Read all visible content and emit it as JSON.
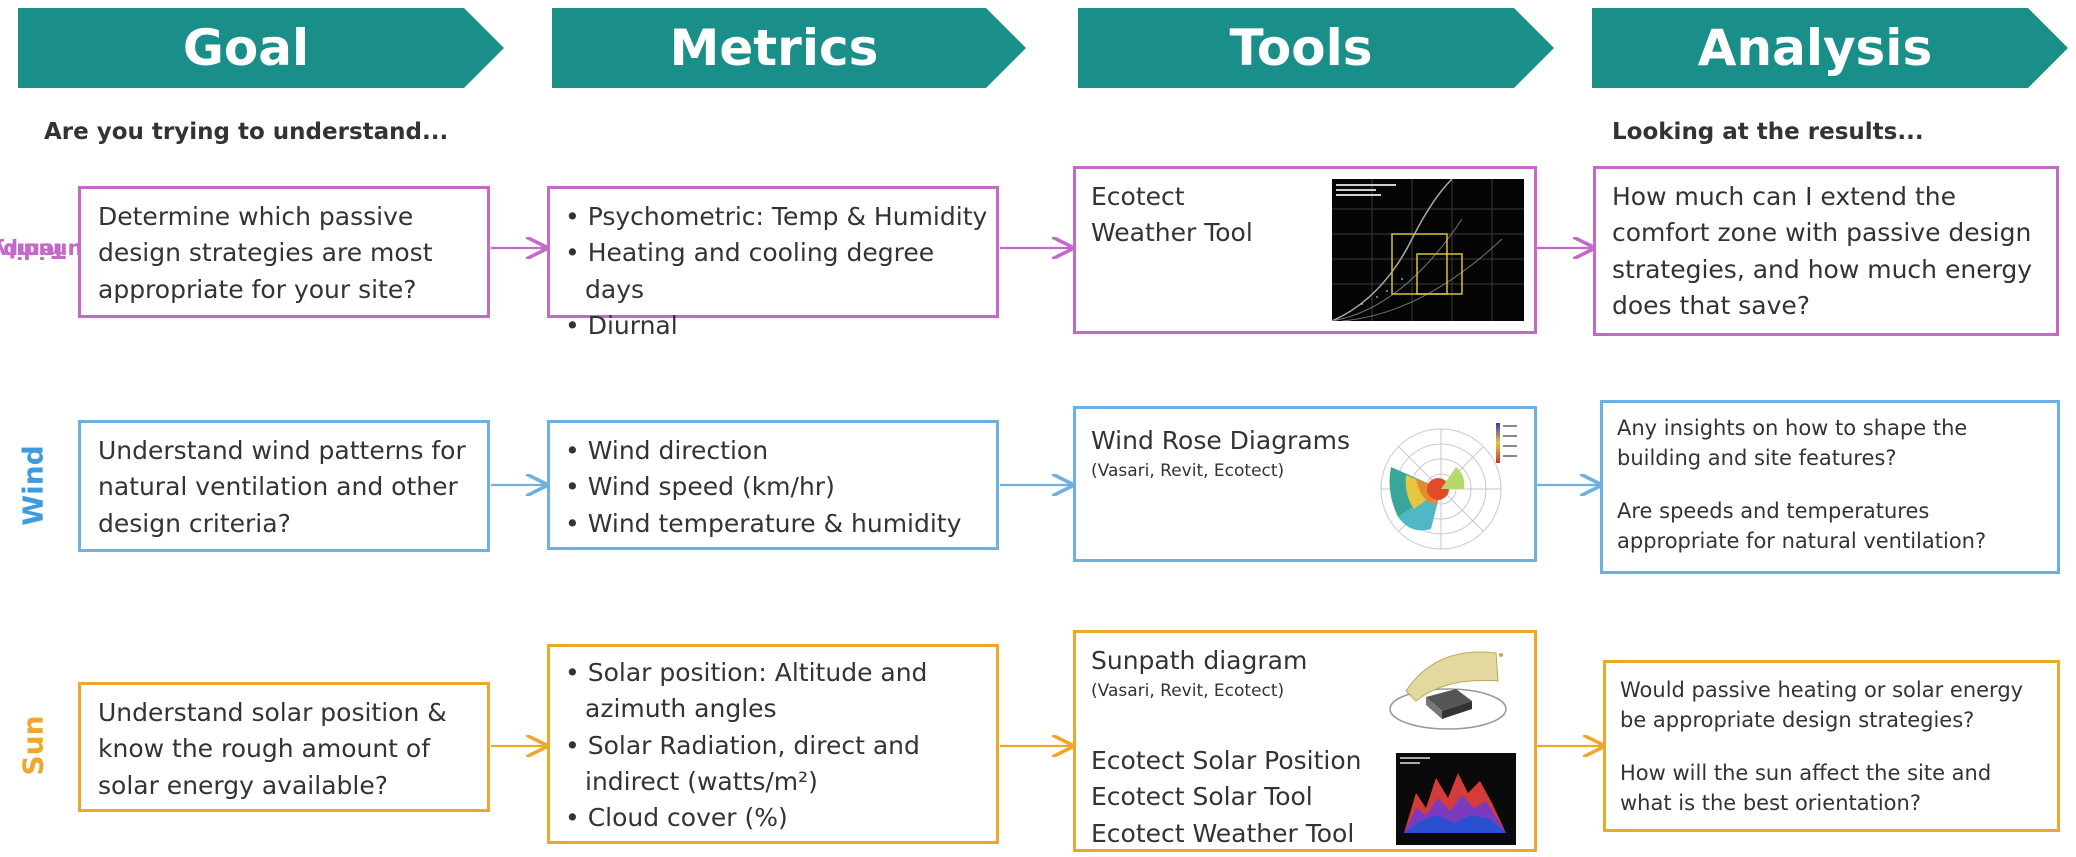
{
  "header": {
    "goal": "Goal",
    "metrics": "Metrics",
    "tools": "Tools",
    "analysis": "Analysis"
  },
  "subheads": {
    "left": "Are you trying to understand...",
    "right": "Looking at the results..."
  },
  "rows": {
    "temp": {
      "label_line1": "Temp +",
      "label_line2": "humidity",
      "goal": "Determine which passive design strategies are most appropriate for your site?",
      "metrics": [
        "Psychometric: Temp & Humidity",
        "Heating and cooling degree days",
        "Diurnal"
      ],
      "tools_line1": "Ecotect",
      "tools_line2": "Weather Tool",
      "analysis": "How much can I extend the comfort zone with passive design strategies, and how much energy does that save?"
    },
    "wind": {
      "label": "Wind",
      "goal": "Understand wind patterns for natural ventilation and other design criteria?",
      "metrics": [
        "Wind direction",
        "Wind speed (km/hr)",
        "Wind temperature & humidity"
      ],
      "tools_title": "Wind Rose Diagrams",
      "tools_sub": "(Vasari, Revit, Ecotect)",
      "analysis_1": "Any insights on how to shape the building and site features?",
      "analysis_2": "Are speeds and temperatures appropriate for natural ventilation?"
    },
    "sun": {
      "label": "Sun",
      "goal": "Understand solar position & know the rough amount of solar energy available?",
      "metrics": [
        "Solar position: Altitude and azimuth angles",
        "Solar Radiation, direct and indirect (watts/m²)",
        "Cloud cover (%)"
      ],
      "tools_title": "Sunpath diagram",
      "tools_sub": "(Vasari, Revit, Ecotect)",
      "tools_list": [
        "Ecotect Solar Position",
        "Ecotect Solar Tool",
        "Ecotect Weather Tool"
      ],
      "analysis_1": "Would passive heating or solar energy be appropriate design strategies?",
      "analysis_2": "How will the sun affect the site and what is the best orientation?"
    }
  },
  "colors": {
    "header": "#1a8f8a",
    "temp": "#c36ac8",
    "wind": "#3d9be0",
    "sun": "#eda72a"
  }
}
